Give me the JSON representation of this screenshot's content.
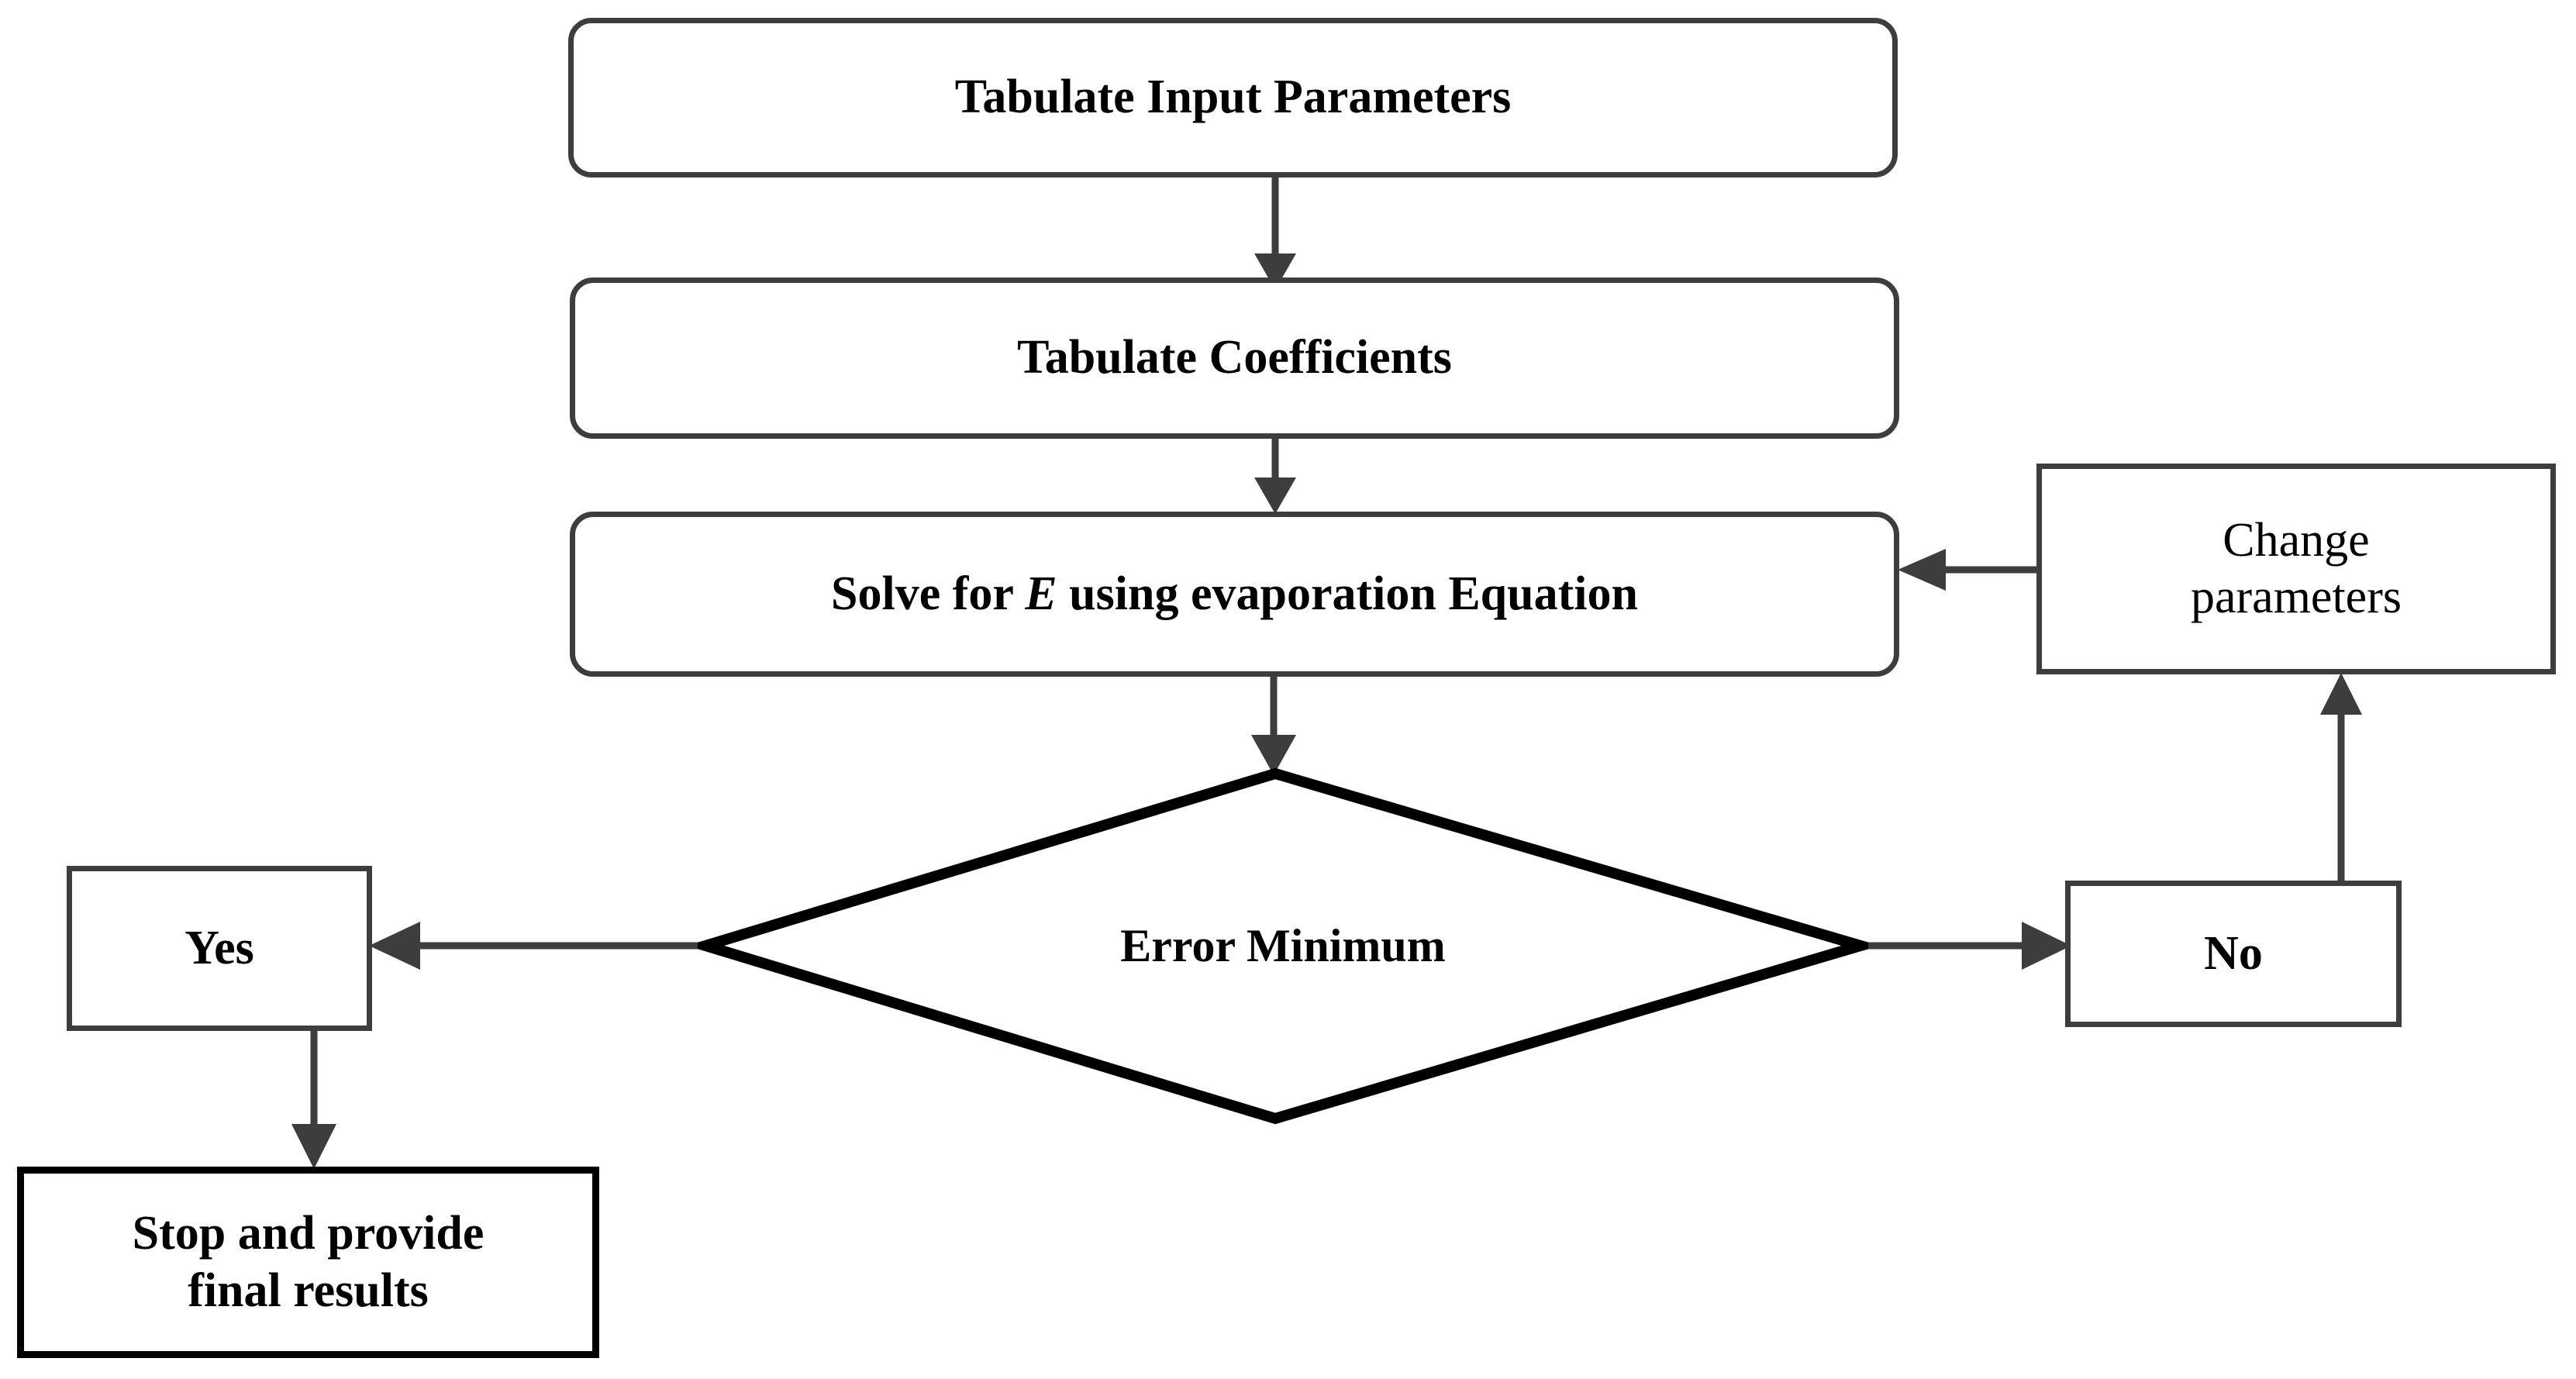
{
  "diagram": {
    "title": "Evaporation equation iterative solution flowchart",
    "colors": {
      "box_stroke_gray": "#3d3d3d",
      "box_stroke_black": "#000000",
      "arrow": "#3d3d3d",
      "diamond_stroke": "#000000",
      "background": "#ffffff",
      "text": "#000000"
    },
    "nodes": [
      {
        "id": "tabulate-input-parameters",
        "shape": "rounded-rectangle",
        "label": "Tabulate Input Parameters"
      },
      {
        "id": "tabulate-coefficients",
        "shape": "rounded-rectangle",
        "label": "Tabulate Coefficients"
      },
      {
        "id": "solve-for-e",
        "shape": "rounded-rectangle",
        "label_pre": "Solve for ",
        "label_em": "E",
        "label_post": " using evaporation Equation",
        "label": "Solve for E using evaporation Equation"
      },
      {
        "id": "change-parameters",
        "shape": "rectangle",
        "label_line1": "Change",
        "label_line2": "parameters",
        "label": "Change parameters"
      },
      {
        "id": "error-minimum",
        "shape": "diamond",
        "label": "Error Minimum"
      },
      {
        "id": "yes",
        "shape": "rectangle",
        "label": "Yes"
      },
      {
        "id": "no",
        "shape": "rectangle",
        "label": "No"
      },
      {
        "id": "stop-and-provide-final-results",
        "shape": "rectangle",
        "label_line1": "Stop and provide",
        "label_line2": "final results",
        "label": "Stop and provide final results"
      }
    ],
    "edges": [
      {
        "id": "edge-input-to-coefficients",
        "from": "tabulate-input-parameters",
        "to": "tabulate-coefficients",
        "direction": "down"
      },
      {
        "id": "edge-coefficients-to-solve",
        "from": "tabulate-coefficients",
        "to": "solve-for-e",
        "direction": "down"
      },
      {
        "id": "edge-solve-to-error",
        "from": "solve-for-e",
        "to": "error-minimum",
        "direction": "down"
      },
      {
        "id": "edge-change-to-solve",
        "from": "change-parameters",
        "to": "solve-for-e",
        "direction": "left"
      },
      {
        "id": "edge-error-to-yes",
        "from": "error-minimum",
        "to": "yes",
        "direction": "left"
      },
      {
        "id": "edge-error-to-no",
        "from": "error-minimum",
        "to": "no",
        "direction": "right"
      },
      {
        "id": "edge-no-to-change",
        "from": "no",
        "to": "change-parameters",
        "direction": "up"
      },
      {
        "id": "edge-yes-to-stop",
        "from": "yes",
        "to": "stop-and-provide-final-results",
        "direction": "down"
      }
    ]
  }
}
